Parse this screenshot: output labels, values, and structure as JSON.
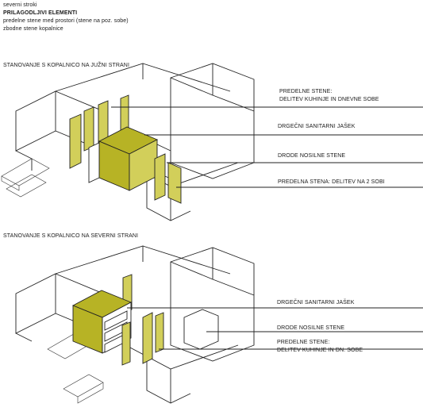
{
  "legend": {
    "line1": "severni stroki",
    "line2": "PRILAGODLJIVI ELEMENTI",
    "line3": "predelne stene med prostori (stenе na poz. sobe)",
    "line4": "zbodne stene kopalnice"
  },
  "section_top": {
    "title": "STANOVANJE S KOPALNICO NA JUŽNI STRANI",
    "labels": [
      "PREDELNE STENE:",
      "DELITEV KUHINJE IN DNEVNE SOBE",
      "DRGEČNI SANITARNI JAŠEK",
      "DRODE NOSILNE STENE",
      "PREDELNA STENA: DELITEV NA 2 SOBI"
    ]
  },
  "section_bottom": {
    "title": "STANOVANJE S KOPALNICO NA SEVERNI STRANI",
    "labels": [
      "DRGEČNI SANITARNI JAŠEK",
      "DRODE NOSILNE STENE",
      "PREDELNE STENE:",
      "DELITEV KUHINJE IN DN. SOBE"
    ]
  },
  "colors": {
    "accent": "#b7b325",
    "line": "#222222"
  }
}
